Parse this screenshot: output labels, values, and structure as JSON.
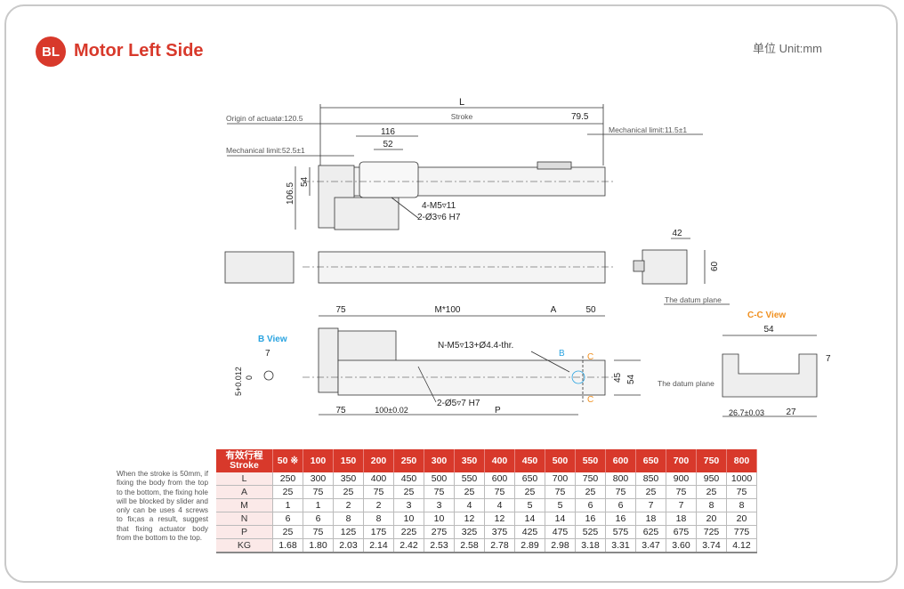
{
  "header": {
    "badge": "BL",
    "title": "Motor Left Side",
    "unit": "单位 Unit:mm"
  },
  "drawing": {
    "L": "L",
    "stroke": "Stroke",
    "origin": "Origin of actuatø:120.5",
    "d79_5": "79.5",
    "mech_right": "Mechanical limit:11.5±1",
    "d116": "116",
    "d52": "52",
    "mech_left": "Mechanical limit:52.5±1",
    "d54a": "54",
    "d106_5": "106.5",
    "m5": "4-M5▿11",
    "pin3": "2-Ø3▿6 H7",
    "d42": "42",
    "d60": "60",
    "datum1": "The datum plane",
    "d75a": "75",
    "m100": "M*100",
    "A": "A",
    "d50": "50",
    "nm5": "N-M5▿13+Ø4.4-thr.",
    "B": "B",
    "C1": "C",
    "C2": "C",
    "d45": "45",
    "d54b": "54",
    "d75b": "75",
    "d100": "100±0.02",
    "pin5": "2-Ø5▿7 H7",
    "P": "P",
    "bview": "B View",
    "d7a": "7",
    "tol": "5+0.012",
    "tol0": "0",
    "ccview": "C-C View",
    "d54c": "54",
    "d7b": "7",
    "datum2": "The datum plane",
    "d26_7": "26.7±0.03",
    "d27": "27"
  },
  "note": "When the stroke is 50mm, if fixing the body from the top to the bottom, the fixing hole will be blocked by slider and only can be uses 4 screws to fix;as a result, suggest that fixing actuator body from the bottom to the top.",
  "table": {
    "header_cn": "有效行程",
    "header_en": "Stroke",
    "strokes": [
      "50 ※",
      "100",
      "150",
      "200",
      "250",
      "300",
      "350",
      "400",
      "450",
      "500",
      "550",
      "600",
      "650",
      "700",
      "750",
      "800"
    ],
    "rows": [
      {
        "label": "L",
        "values": [
          "250",
          "300",
          "350",
          "400",
          "450",
          "500",
          "550",
          "600",
          "650",
          "700",
          "750",
          "800",
          "850",
          "900",
          "950",
          "1000"
        ]
      },
      {
        "label": "A",
        "values": [
          "25",
          "75",
          "25",
          "75",
          "25",
          "75",
          "25",
          "75",
          "25",
          "75",
          "25",
          "75",
          "25",
          "75",
          "25",
          "75"
        ]
      },
      {
        "label": "M",
        "values": [
          "1",
          "1",
          "2",
          "2",
          "3",
          "3",
          "4",
          "4",
          "5",
          "5",
          "6",
          "6",
          "7",
          "7",
          "8",
          "8"
        ]
      },
      {
        "label": "N",
        "values": [
          "6",
          "6",
          "8",
          "8",
          "10",
          "10",
          "12",
          "12",
          "14",
          "14",
          "16",
          "16",
          "18",
          "18",
          "20",
          "20"
        ]
      },
      {
        "label": "P",
        "values": [
          "25",
          "75",
          "125",
          "175",
          "225",
          "275",
          "325",
          "375",
          "425",
          "475",
          "525",
          "575",
          "625",
          "675",
          "725",
          "775"
        ]
      },
      {
        "label": "KG",
        "values": [
          "1.68",
          "1.80",
          "2.03",
          "2.14",
          "2.42",
          "2.53",
          "2.58",
          "2.78",
          "2.89",
          "2.98",
          "3.18",
          "3.31",
          "3.47",
          "3.60",
          "3.74",
          "4.12"
        ]
      }
    ]
  },
  "colors": {
    "accent": "#d8392b",
    "blue": "#29a3e0",
    "orange": "#f09020"
  }
}
